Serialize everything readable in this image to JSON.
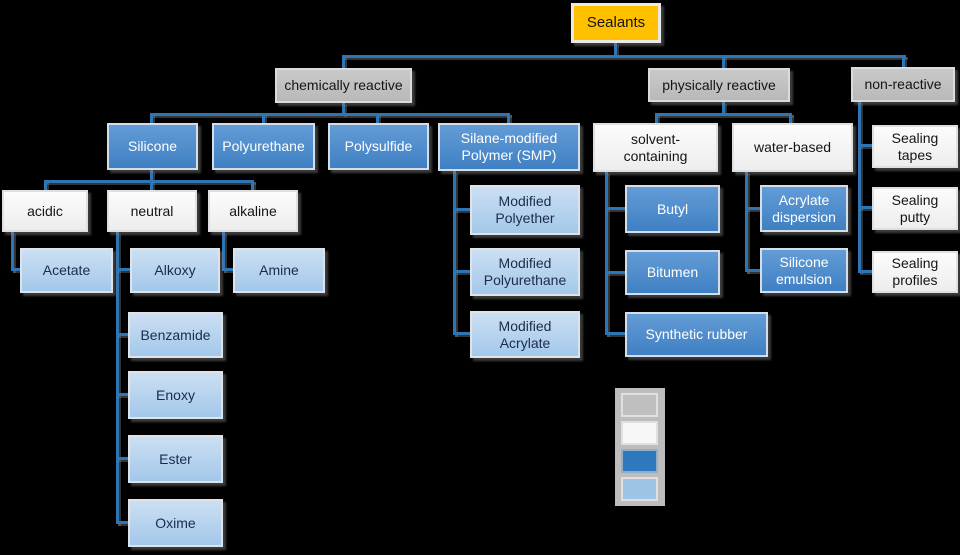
{
  "diagram": {
    "root_label": "Sealants",
    "type": "hierarchy-tree"
  },
  "nodes": {
    "sealants": "Sealants",
    "chemically_reactive": "chemically reactive",
    "physically_reactive": "physically reactive",
    "non_reactive": "non-reactive",
    "silicone": "Silicone",
    "polyurethane": "Polyurethane",
    "polysulfide": "Polysulfide",
    "smp": "Silane-modified\nPolymer (SMP)",
    "acidic": "acidic",
    "neutral": "neutral",
    "alkaline": "alkaline",
    "acetate": "Acetate",
    "alkoxy": "Alkoxy",
    "amine": "Amine",
    "benzamide": "Benzamide",
    "enoxy": "Enoxy",
    "ester": "Ester",
    "oxime": "Oxime",
    "modified_polyether": "Modified\nPolyether",
    "modified_polyurethane": "Modified\nPolyurethane",
    "modified_acrylate": "Modified\nAcrylate",
    "solvent_containing": "solvent-\ncontaining",
    "water_based": "water-based",
    "butyl": "Butyl",
    "bitumen": "Bitumen",
    "synthetic_rubber": "Synthetic rubber",
    "acrylate_dispersion": "Acrylate\ndispersion",
    "silicone_emulsion": "Silicone\nemulsion",
    "sealing_tapes": "Sealing\ntapes",
    "sealing_putty": "Sealing\nputty",
    "sealing_profiles": "Sealing\nprofiles"
  },
  "colors": {
    "root_fill": "#FFC000",
    "category_fill": "#BFBFBF",
    "subgroup_fill": "#F7F7F7",
    "type_fill": "#2E79BD",
    "variant_fill": "#9DC3E6",
    "connector": "#2E75B6",
    "background": "#000000"
  },
  "legend": {
    "swatches": [
      {
        "name": "category-gray",
        "color": "#BFBFBF"
      },
      {
        "name": "subgroup-white",
        "color": "#F7F7F7"
      },
      {
        "name": "type-dark-blue",
        "color": "#2E79BD"
      },
      {
        "name": "variant-light-blue",
        "color": "#9DC3E6"
      }
    ]
  }
}
